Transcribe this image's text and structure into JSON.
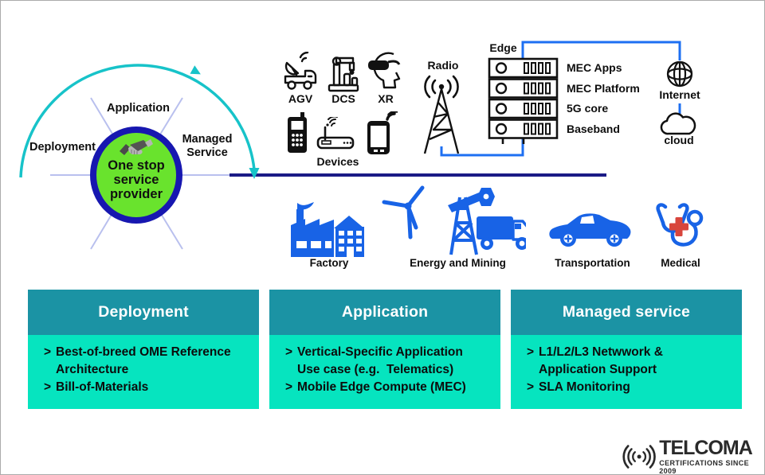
{
  "hub": {
    "center": [
      "One stop",
      "service",
      "provider"
    ],
    "application_label": "Application",
    "deployment_label": "Deployment",
    "managed": [
      "Managed",
      "Service"
    ]
  },
  "top": {
    "agv": "AGV",
    "dcs": "DCS",
    "xr": "XR",
    "devices": "Devices",
    "radio": "Radio",
    "edge": "Edge",
    "servers": [
      "MEC Apps",
      "MEC Platform",
      "5G core",
      "Baseband"
    ],
    "internet": "Internet",
    "cloud": "cloud"
  },
  "industries": [
    {
      "label": "Factory"
    },
    {
      "label": "Energy and Mining"
    },
    {
      "label": "Transportation"
    },
    {
      "label": "Medical"
    }
  ],
  "cards": [
    {
      "title": "Deployment",
      "items": [
        {
          "marker": ">",
          "lines": [
            "Best-of-breed OME Reference",
            "Architecture"
          ]
        },
        {
          "marker": ">",
          "lines": [
            "Bill-of-Materials"
          ]
        }
      ]
    },
    {
      "title": "Application",
      "items": [
        {
          "marker": ">",
          "lines": [
            "Vertical-Specific Application",
            "Use case (e.g.  Telematics)"
          ]
        },
        {
          "marker": ">",
          "lines": [
            "Mobile Edge Compute (MEC)"
          ]
        }
      ]
    },
    {
      "title": "Managed service",
      "items": [
        {
          "marker": ">",
          "lines": [
            "L1/L2/L3 Netwwork &",
            "Application Support"
          ]
        },
        {
          "marker": ">",
          "lines": [
            "SLA Monitoring"
          ]
        }
      ]
    }
  ],
  "logo": {
    "name": "TELCOMA",
    "tagline": "CERTIFICATIONS SINCE 2009"
  },
  "colors": {
    "hub_fill": "#69e32d",
    "hub_border": "#1717b0",
    "arc_cyan": "#17c3c9",
    "divider_navy": "#1b1b86",
    "connector_blue": "#1d6ff2",
    "industry_blue": "#1863e6",
    "medical_red": "#d8453c",
    "card_header_teal": "#1b93a4",
    "card_body_green": "#06e4bf"
  }
}
